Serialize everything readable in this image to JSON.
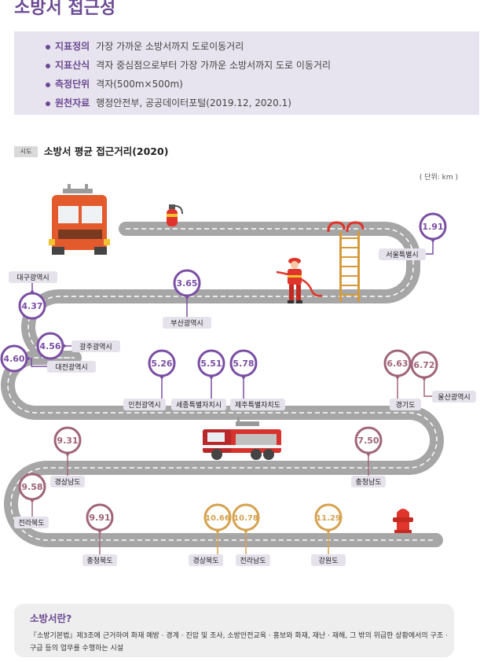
{
  "page": {
    "title": "소방서 접근성"
  },
  "info": [
    {
      "key": "지표정의",
      "value": "가장 가까운 소방서까지 도로이동거리"
    },
    {
      "key": "지표산식",
      "value": "격자 중심점으로부터 가장 가까운 소방서까지 도로 이동거리"
    },
    {
      "key": "측정단위",
      "value": "격자(500m×500m)"
    },
    {
      "key": "원천자료",
      "value": "행정안전부, 공공데이터포털(2019.12, 2020.1)"
    }
  ],
  "section": {
    "tag": "시도",
    "title": "소방서 평균 접근거리(2020)",
    "unit": "( 단위: km )"
  },
  "icons": [
    "fire-truck-icon",
    "fire-extinguisher-icon",
    "ladder-icon",
    "firefighter-icon",
    "fire-engine-icon",
    "fire-hydrant-icon"
  ],
  "colors": {
    "purple": "#7a4ea3",
    "mauve": "#a0647a",
    "gold": "#d5a24f",
    "road": "#a6a6a6"
  },
  "chart_data": {
    "type": "bar",
    "title": "소방서 평균 접근거리(2020)",
    "unit": "( 단위: km )",
    "categories": [
      "서울특별시",
      "부산광역시",
      "대구광역시",
      "광주광역시",
      "대전광역시",
      "인천광역시",
      "세종특별자치시",
      "제주특별자치도",
      "경기도",
      "울산광역시",
      "경상남도",
      "충청남도",
      "전라북도",
      "충청북도",
      "경상북도",
      "전라남도",
      "강원도"
    ],
    "values": [
      1.91,
      3.65,
      4.37,
      4.56,
      4.6,
      5.26,
      5.51,
      5.78,
      6.63,
      6.72,
      9.31,
      7.5,
      9.58,
      9.91,
      10.66,
      10.78,
      11.29
    ]
  },
  "footer": {
    "title": "소방서란?",
    "text": "『소방기본법』제3조에 근거하여 화재 예방 · 경계 · 진압 및 조사, 소방안전교육 · 홍보와 화재, 재난 · 재해, 그 밖의 위급한 상황에서의 구조 · 구급 등의 업무를 수행하는 시설"
  }
}
